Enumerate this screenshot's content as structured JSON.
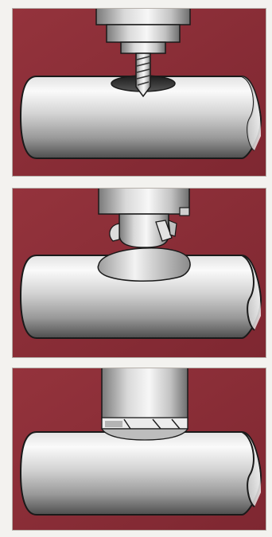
{
  "figure": {
    "panels": [
      {
        "step": "drill-pilot-hole"
      },
      {
        "step": "cutter-engaging-pipe"
      },
      {
        "step": "cutter-seated-on-pipe"
      }
    ]
  },
  "colors": {
    "page_background": "#f3f2ef",
    "panel_background": "#8c2f38",
    "panel_background_dark": "#7a2530",
    "pipe_light": "#f6f6f6",
    "pipe_mid": "#c9c9c9",
    "pipe_dark": "#5c5c5c",
    "tool_light": "#eeeeee",
    "tool_dark": "#6a6a6a",
    "outline": "#1a1a1a"
  },
  "icons": [
    "drill-chuck-icon",
    "drill-bit-icon",
    "hole-saw-icon",
    "pipe-icon"
  ]
}
